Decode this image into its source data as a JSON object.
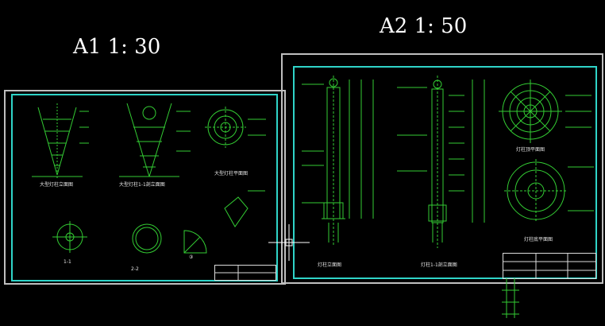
{
  "drawing_set": {
    "left_label": "A1   1: 30",
    "right_label": "A2   1: 50"
  },
  "colors": {
    "background": "#000000",
    "sheet_border": "#bfbfbf",
    "frame_border": "#2fd4c8",
    "geometry": "#33cc33",
    "text_dim": "#6fd06f",
    "marker": "#ffffff"
  },
  "left_sheet": {
    "caption_1": "大型灯柱立面图",
    "caption_2": "大型灯柱1-1剖立面图",
    "caption_3": "大型灯柱平面图",
    "caption_4": "1-1",
    "caption_5": "2-2",
    "caption_6": "③"
  },
  "right_sheet": {
    "caption_1": "灯柱立面图",
    "caption_2": "灯柱1-1剖立面图",
    "caption_3": "灯柱顶平面图",
    "caption_4": "灯柱底平面图"
  }
}
